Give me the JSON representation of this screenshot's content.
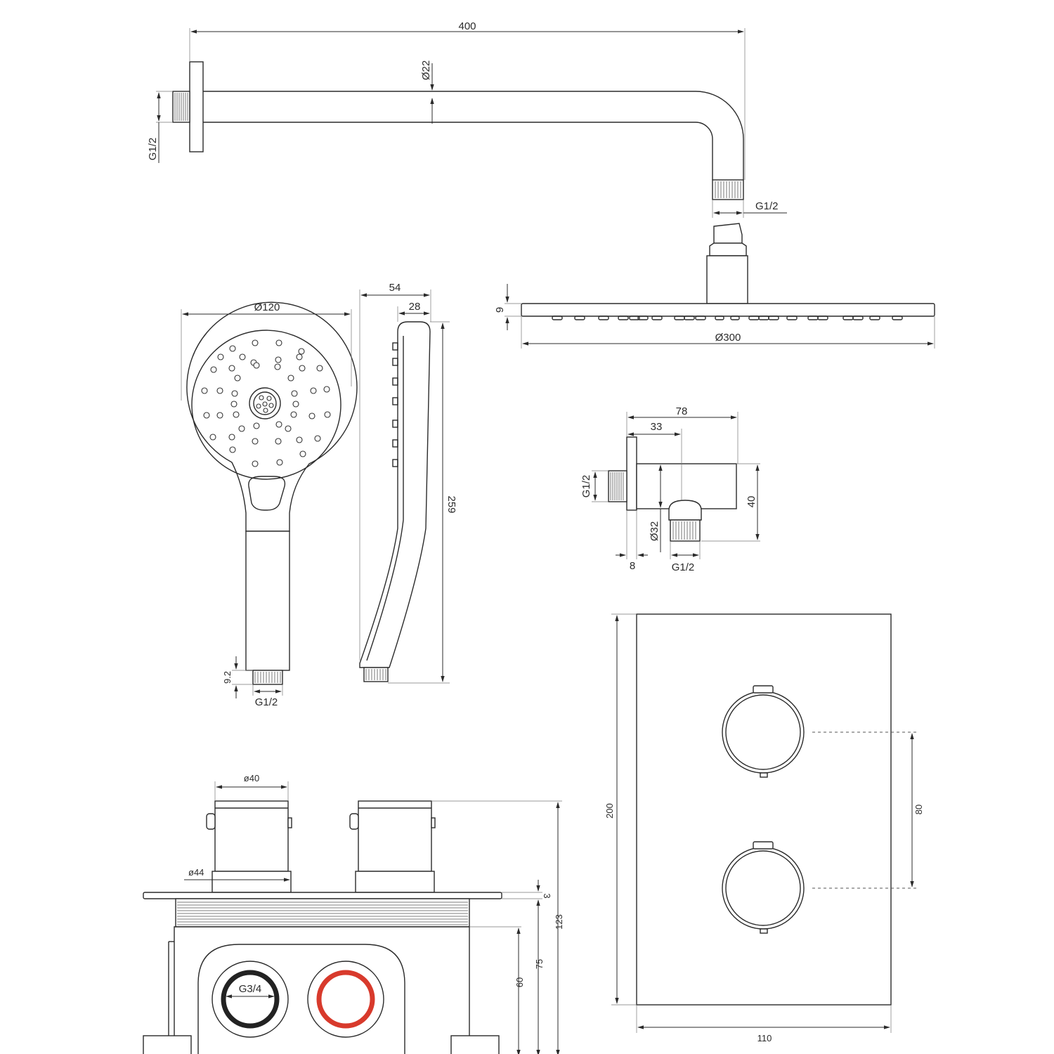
{
  "colors": {
    "line": "#2b2b2b",
    "hot": "#d83a2c",
    "cold": "#222222"
  },
  "shower_arm": {
    "length": "400",
    "pipe_diameter": "Ø22",
    "wall_thread": "G1/2",
    "outlet_thread": "G1/2"
  },
  "rain_shower": {
    "plate_thickness": "9",
    "diameter": "Ø300"
  },
  "hand_shower": {
    "head_diameter": "Ø120",
    "depth": "54",
    "handle_depth": "28",
    "length": "259",
    "thread_length": "9.2",
    "thread": "G1/2"
  },
  "wall_outlet": {
    "length": "78",
    "offset": "33",
    "height": "40",
    "inlet_thread": "G1/2",
    "rose_diameter": "Ø32",
    "rose_depth": "8",
    "outlet_thread": "G1/2"
  },
  "thermostat_body": {
    "knob_diameter": "ø40",
    "escutcheon_diameter": "ø44",
    "plate_thickness": "3",
    "total_depth": "123",
    "body_depth": "75",
    "box_depth": "60",
    "inlet_thread": "G3/4"
  },
  "trim_plate": {
    "height": "200",
    "width": "110",
    "knob_spacing": "80"
  }
}
